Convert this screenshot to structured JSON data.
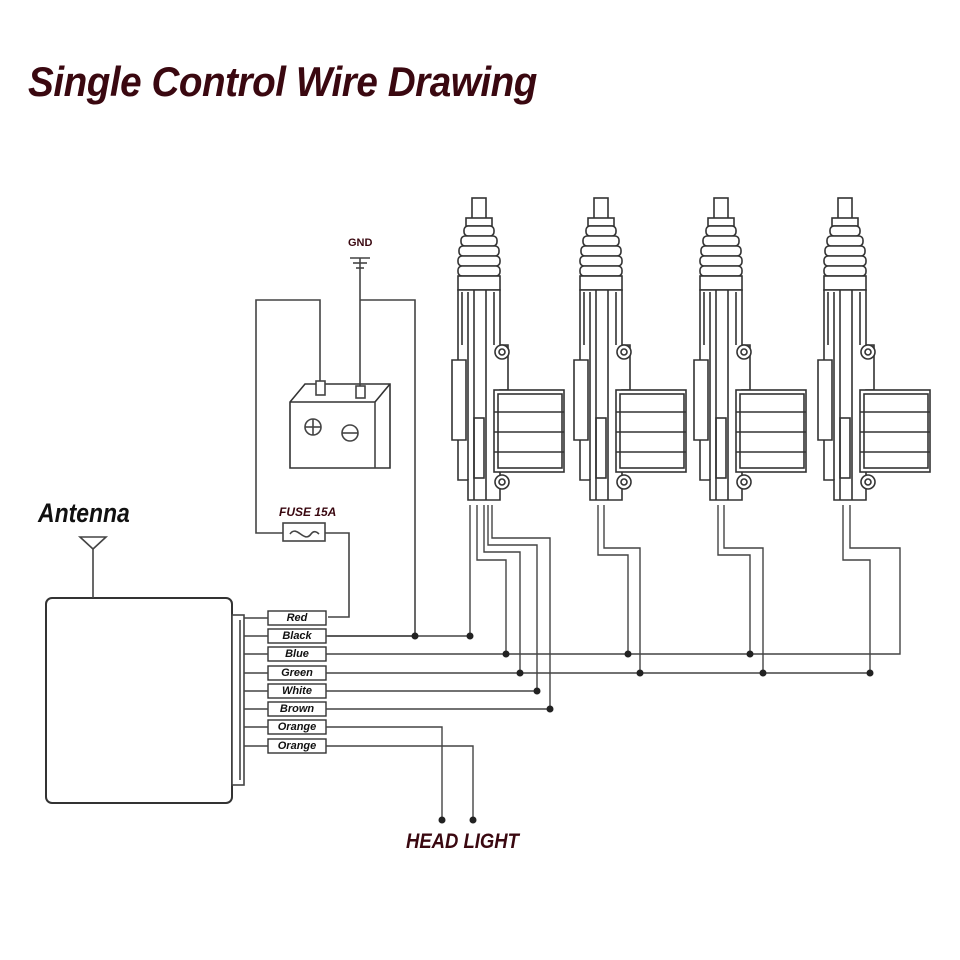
{
  "title": "Single  Control Wire Drawing",
  "labels": {
    "antenna": "Antenna",
    "gnd": "GND",
    "fuse": "FUSE 15A",
    "headlight": "HEAD LIGHT"
  },
  "wires": [
    {
      "label": "Red"
    },
    {
      "label": "Black"
    },
    {
      "label": "Blue"
    },
    {
      "label": "Green"
    },
    {
      "label": "White"
    },
    {
      "label": "Brown"
    },
    {
      "label": "Orange"
    },
    {
      "label": "Orange"
    }
  ],
  "actuator_count": 4,
  "colors": {
    "title": "#3a0810",
    "line": "#333333"
  }
}
